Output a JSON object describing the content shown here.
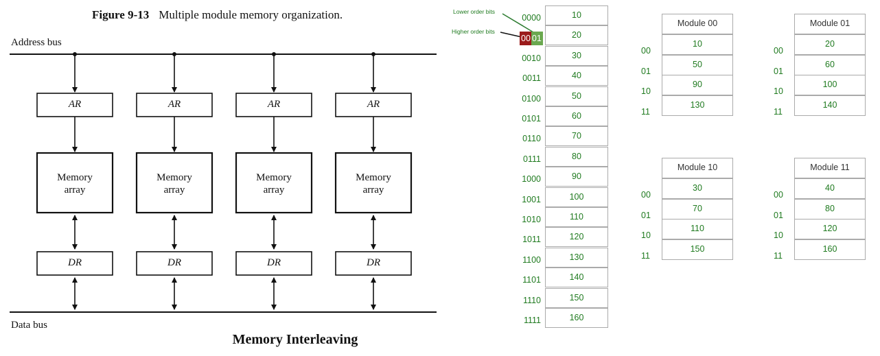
{
  "figure": {
    "number": "Figure 9-13",
    "title": "Multiple module memory organization.",
    "address_bus_label": "Address bus",
    "data_bus_label": "Data bus",
    "caption": "Memory Interleaving",
    "ar_label": "AR",
    "dr_label": "DR",
    "memory_label_line1": "Memory",
    "memory_label_line2": "array"
  },
  "interleave": {
    "lower_order_label": "Lower order bits",
    "higher_order_label": "Higher order bits",
    "highlight_high": "00",
    "highlight_low": "01",
    "addresses": [
      "0000",
      "0001",
      "0010",
      "0011",
      "0100",
      "0101",
      "0110",
      "0111",
      "1000",
      "1001",
      "1010",
      "1011",
      "1100",
      "1101",
      "1110",
      "1111"
    ],
    "values": [
      "10",
      "20",
      "30",
      "40",
      "50",
      "60",
      "70",
      "80",
      "90",
      "100",
      "110",
      "120",
      "130",
      "140",
      "150",
      "160"
    ]
  },
  "modules": [
    {
      "name": "Module 00",
      "offsets": [
        "00",
        "01",
        "10",
        "11"
      ],
      "values": [
        "10",
        "50",
        "90",
        "130"
      ]
    },
    {
      "name": "Module 01",
      "offsets": [
        "00",
        "01",
        "10",
        "11"
      ],
      "values": [
        "20",
        "60",
        "100",
        "140"
      ]
    },
    {
      "name": "Module 10",
      "offsets": [
        "00",
        "01",
        "10",
        "11"
      ],
      "values": [
        "30",
        "70",
        "110",
        "150"
      ]
    },
    {
      "name": "Module 11",
      "offsets": [
        "00",
        "01",
        "10",
        "11"
      ],
      "values": [
        "40",
        "80",
        "120",
        "160"
      ]
    }
  ],
  "colors": {
    "label_green": "#1f7a1f",
    "high_bits_red": "#9b1b1b",
    "low_bits_green": "#6aa84f"
  }
}
